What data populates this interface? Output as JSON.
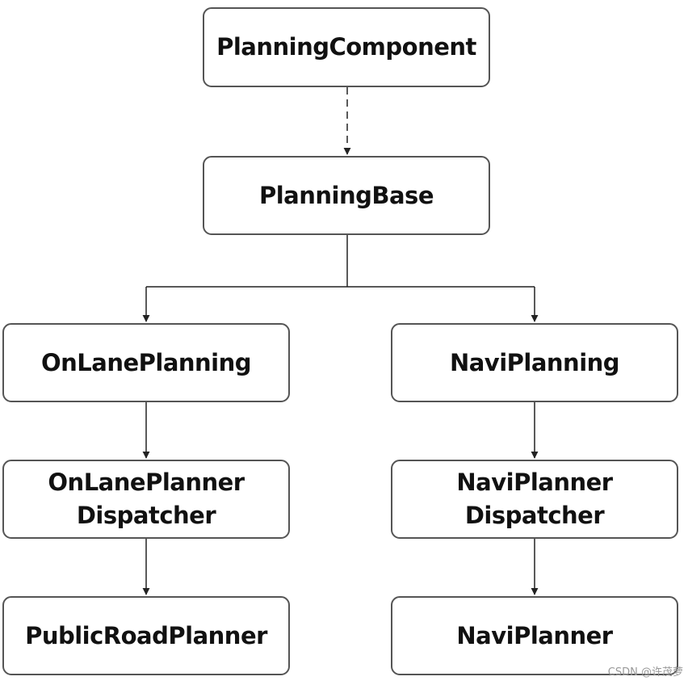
{
  "nodes": {
    "planning_component": {
      "label": "PlanningComponent"
    },
    "planning_base": {
      "label": "PlanningBase"
    },
    "on_lane_planning": {
      "label": "OnLanePlanning"
    },
    "navi_planning": {
      "label": "NaviPlanning"
    },
    "on_lane_planner_dispatcher": {
      "line1": "OnLanePlanner",
      "line2": "Dispatcher"
    },
    "navi_planner_dispatcher": {
      "line1": "NaviPlanner",
      "line2": "Dispatcher"
    },
    "public_road_planner": {
      "label": "PublicRoadPlanner"
    },
    "navi_planner": {
      "label": "NaviPlanner"
    }
  },
  "colors": {
    "border": "#555555",
    "connector": "#222222",
    "text": "#111111"
  },
  "watermark": "CSDN @许茂萝"
}
